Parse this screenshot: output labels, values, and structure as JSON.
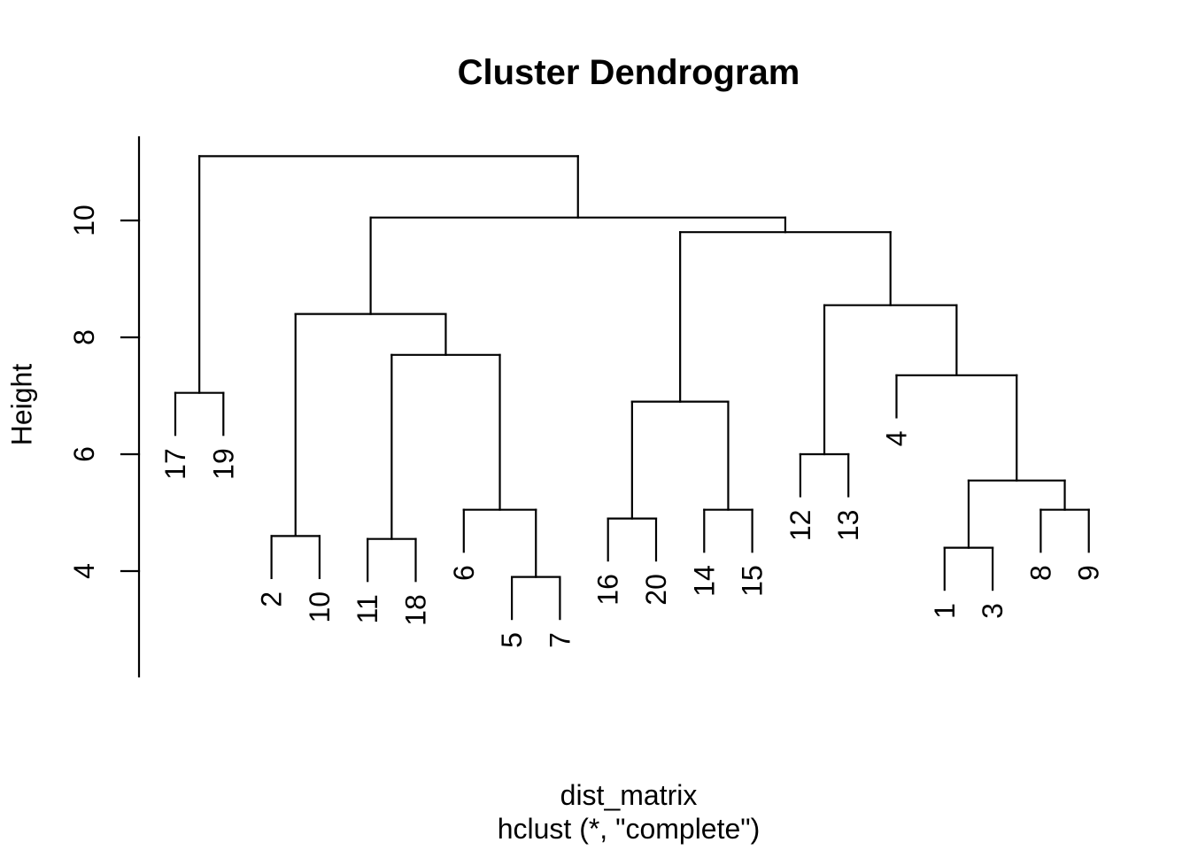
{
  "figure": {
    "background": "#ffffff",
    "line_color": "#000000",
    "text_color": "#000000"
  },
  "chart_data": {
    "type": "dendrogram",
    "title": "Cluster Dendrogram",
    "ylabel": "Height",
    "xlabel_line1": "dist_matrix",
    "xlabel_line2": "hclust (*, \"complete\")",
    "y_ticks": [
      4,
      6,
      8,
      10
    ],
    "y_axis_range": [
      3.2,
      11.4
    ],
    "grid": false,
    "leaf_order": [
      "17",
      "19",
      "2",
      "10",
      "11",
      "18",
      "6",
      "5",
      "7",
      "16",
      "20",
      "14",
      "15",
      "12",
      "13",
      "4",
      "1",
      "3",
      "8",
      "9"
    ],
    "hang": 0.72,
    "tree": {
      "h": 11.1,
      "children": [
        {
          "h": 7.05,
          "children": [
            {
              "leaf": "17"
            },
            {
              "leaf": "19"
            }
          ]
        },
        {
          "h": 10.05,
          "children": [
            {
              "h": 8.4,
              "children": [
                {
                  "h": 4.6,
                  "children": [
                    {
                      "leaf": "2"
                    },
                    {
                      "leaf": "10"
                    }
                  ]
                },
                {
                  "h": 7.7,
                  "children": [
                    {
                      "h": 4.55,
                      "children": [
                        {
                          "leaf": "11"
                        },
                        {
                          "leaf": "18"
                        }
                      ]
                    },
                    {
                      "h": 5.05,
                      "children": [
                        {
                          "leaf": "6"
                        },
                        {
                          "h": 3.9,
                          "children": [
                            {
                              "leaf": "5"
                            },
                            {
                              "leaf": "7"
                            }
                          ]
                        }
                      ]
                    }
                  ]
                }
              ]
            },
            {
              "h": 9.8,
              "children": [
                {
                  "h": 6.9,
                  "children": [
                    {
                      "h": 4.9,
                      "children": [
                        {
                          "leaf": "16"
                        },
                        {
                          "leaf": "20"
                        }
                      ]
                    },
                    {
                      "h": 5.05,
                      "children": [
                        {
                          "leaf": "14"
                        },
                        {
                          "leaf": "15"
                        }
                      ]
                    }
                  ]
                },
                {
                  "h": 8.55,
                  "children": [
                    {
                      "h": 6.0,
                      "children": [
                        {
                          "leaf": "12"
                        },
                        {
                          "leaf": "13"
                        }
                      ]
                    },
                    {
                      "h": 7.35,
                      "children": [
                        {
                          "leaf": "4"
                        },
                        {
                          "h": 5.55,
                          "children": [
                            {
                              "h": 4.4,
                              "children": [
                                {
                                  "leaf": "1"
                                },
                                {
                                  "leaf": "3"
                                }
                              ]
                            },
                            {
                              "h": 5.05,
                              "children": [
                                {
                                  "leaf": "8"
                                },
                                {
                                  "leaf": "9"
                                }
                              ]
                            }
                          ]
                        }
                      ]
                    }
                  ]
                }
              ]
            }
          ]
        }
      ]
    }
  }
}
